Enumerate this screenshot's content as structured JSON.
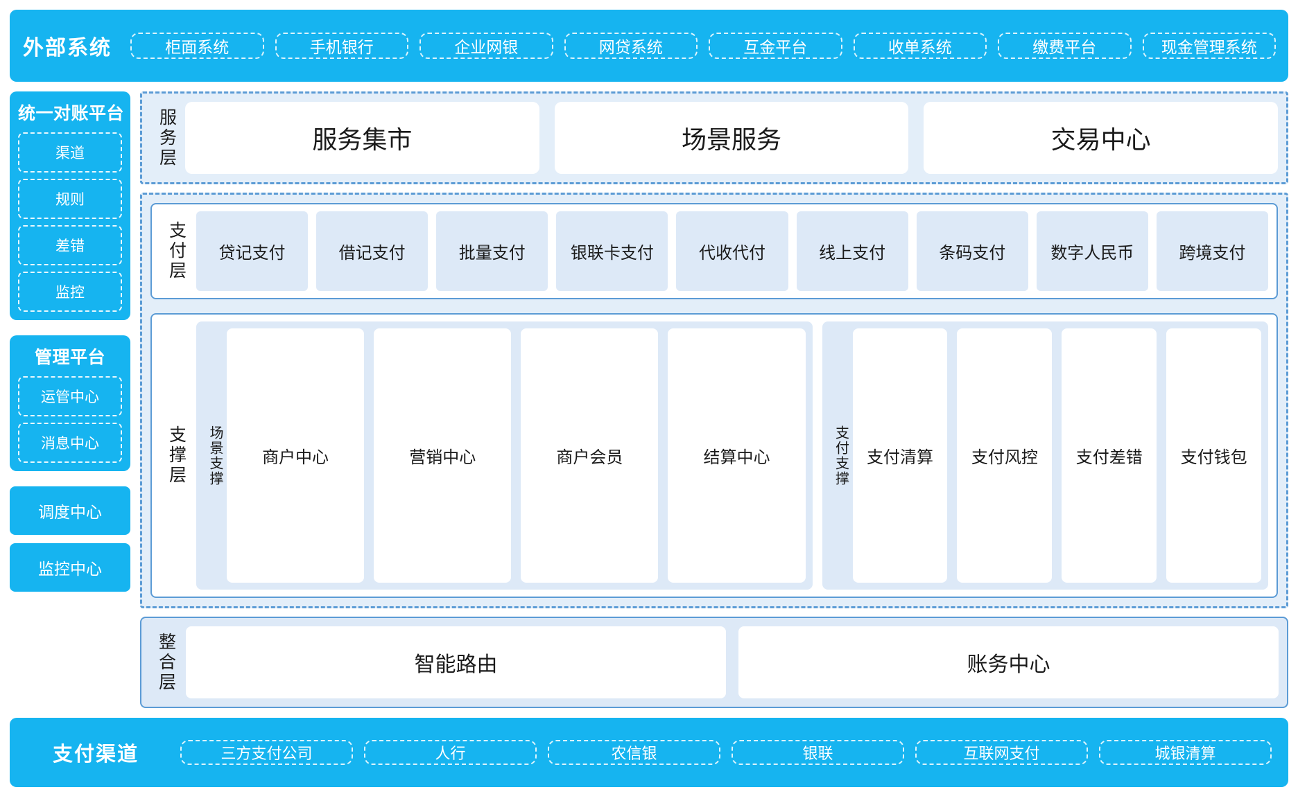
{
  "external_systems": {
    "title": "外部系统",
    "items": [
      "柜面系统",
      "手机银行",
      "企业网银",
      "网贷系统",
      "互金平台",
      "收单系统",
      "缴费平台",
      "现金管理系统"
    ]
  },
  "sidebar": {
    "reconciliation": {
      "title": "统一对账平台",
      "items": [
        "渠道",
        "规则",
        "差错",
        "监控"
      ]
    },
    "management": {
      "title": "管理平台",
      "items": [
        "运管中心",
        "消息中心"
      ]
    },
    "standalone": [
      "调度中心",
      "监控中心"
    ]
  },
  "service_layer": {
    "label": "服务层",
    "items": [
      "服务集市",
      "场景服务",
      "交易中心"
    ]
  },
  "payment_layer": {
    "label": "支付层",
    "items": [
      "贷记支付",
      "借记支付",
      "批量支付",
      "银联卡支付",
      "代收代付",
      "线上支付",
      "条码支付",
      "数字人民币",
      "跨境支付"
    ]
  },
  "support_layer": {
    "label": "支撑层",
    "scene_support": {
      "label": "场景支撑",
      "items": [
        "商户中心",
        "营销中心",
        "商户会员",
        "结算中心"
      ]
    },
    "payment_support": {
      "label": "支付支撑",
      "items": [
        "支付清算",
        "支付风控",
        "支付差错",
        "支付钱包"
      ]
    }
  },
  "integration_layer": {
    "label": "整合层",
    "items": [
      "智能路由",
      "账务中心"
    ]
  },
  "payment_channels": {
    "title": "支付渠道",
    "items": [
      "三方支付公司",
      "人行",
      "农信银",
      "银联",
      "互联网支付",
      "城银清算"
    ]
  },
  "colors": {
    "cyan": "#16b4f0",
    "dashed_blue": "#5b9bd5",
    "panel_blue": "#e3eef9",
    "tile_blue": "#dde9f7",
    "white": "#ffffff"
  }
}
